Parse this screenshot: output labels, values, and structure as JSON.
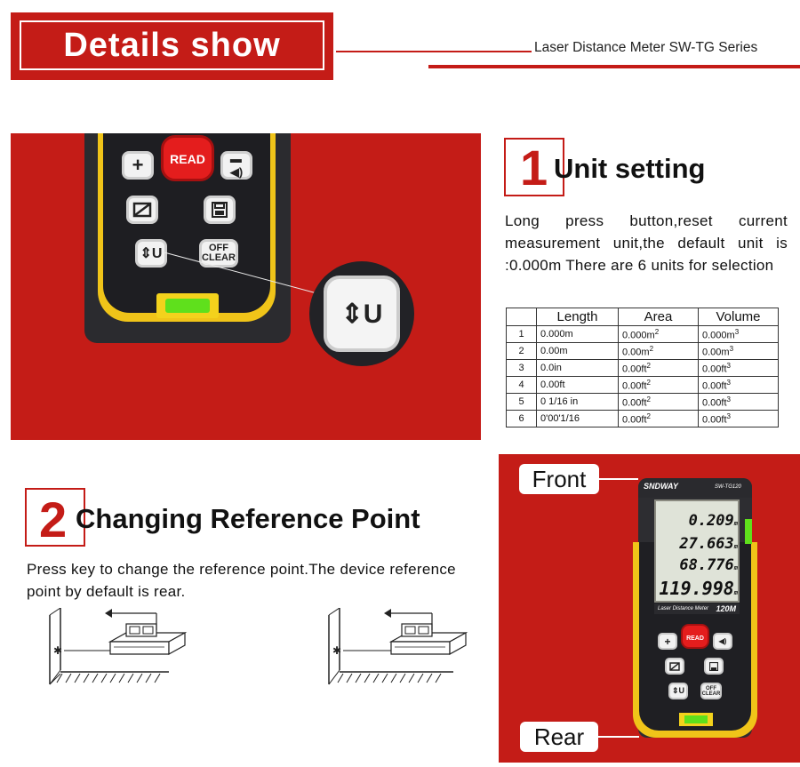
{
  "header": {
    "title": "Details show",
    "subtitle": "Laser Distance Meter SW-TG Series"
  },
  "section1": {
    "number": "1",
    "title": "Unit setting",
    "description": "Long press button,reset current measurement unit,the default unit is :0.000m There are 6 units for selection",
    "table": {
      "headers": [
        "",
        "Length",
        "Area",
        "Volume"
      ],
      "rows": [
        {
          "idx": "1",
          "length": "0.000m",
          "area": "0.000m",
          "area_exp": "2",
          "volume": "0.000m",
          "volume_exp": "3"
        },
        {
          "idx": "2",
          "length": "0.00m",
          "area": "0.00m",
          "area_exp": "2",
          "volume": "0.00m",
          "volume_exp": "3"
        },
        {
          "idx": "3",
          "length": "0.0in",
          "area": "0.00ft",
          "area_exp": "2",
          "volume": "0.00ft",
          "volume_exp": "3"
        },
        {
          "idx": "4",
          "length": "0.00ft",
          "area": "0.00ft",
          "area_exp": "2",
          "volume": "0.00ft",
          "volume_exp": "3"
        },
        {
          "idx": "5",
          "length": "0  1/16 in",
          "area": "0.00ft",
          "area_exp": "2",
          "volume": "0.00ft",
          "volume_exp": "3"
        },
        {
          "idx": "6",
          "length": "0'00'1/16",
          "area": "0.00ft",
          "area_exp": "2",
          "volume": "0.00ft",
          "volume_exp": "3"
        }
      ]
    }
  },
  "section2": {
    "number": "2",
    "title": "Changing Reference Point",
    "description": "Press key to change the reference point.The device reference point by default is rear."
  },
  "device1": {
    "keys": {
      "plus": "+",
      "read": "READ",
      "minus": "−",
      "unit": "U",
      "off_clear_1": "OFF",
      "off_clear_2": "CLEAR"
    }
  },
  "device2": {
    "brand": "SNDWAY",
    "model": "SW-TG120",
    "lcd_lines": [
      "0.209",
      "27.663",
      "68.776",
      "119.998"
    ],
    "lcd_units": [
      "m",
      "m",
      "m",
      "m"
    ],
    "label": "Laser Distance Meter",
    "range": "120M",
    "keys": {
      "plus": "+",
      "read": "READ",
      "unit": "U",
      "off_clear_1": "OFF",
      "off_clear_2": "CLEAR"
    }
  },
  "labels": {
    "front": "Front",
    "rear": "Rear"
  },
  "colors": {
    "brand_red": "#c41c17",
    "accent_yellow": "#f0c419",
    "bubble_green": "#5fe01c",
    "read_red": "#e41d1d"
  },
  "icons": [
    "plus-icon",
    "read-button",
    "sound-icon",
    "area-icon",
    "save-icon",
    "reference-unit-icon",
    "bubble-level"
  ]
}
